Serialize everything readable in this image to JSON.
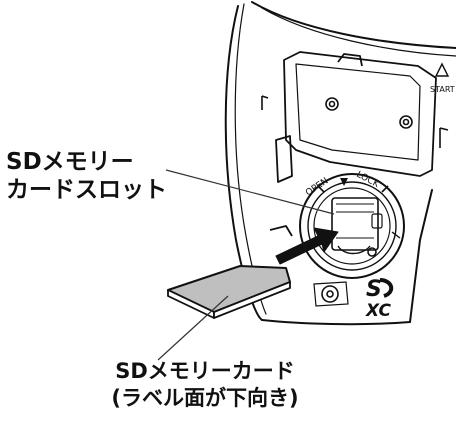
{
  "labels": {
    "slot_line1": "SDメモリー",
    "slot_line2": "カードスロット",
    "card_line1": "SDメモリーカード",
    "card_line2": "(ラベル面が下向き)"
  },
  "device_markings": {
    "open": "OPEN",
    "lock": "LOCK",
    "start": "START",
    "sd_logo_top": "S",
    "sd_logo_bottom": "XC"
  },
  "colors": {
    "ink": "#111111",
    "body_fill": "#ffffff",
    "card_shade": "#bfbfbf",
    "line_gray": "#333333"
  }
}
